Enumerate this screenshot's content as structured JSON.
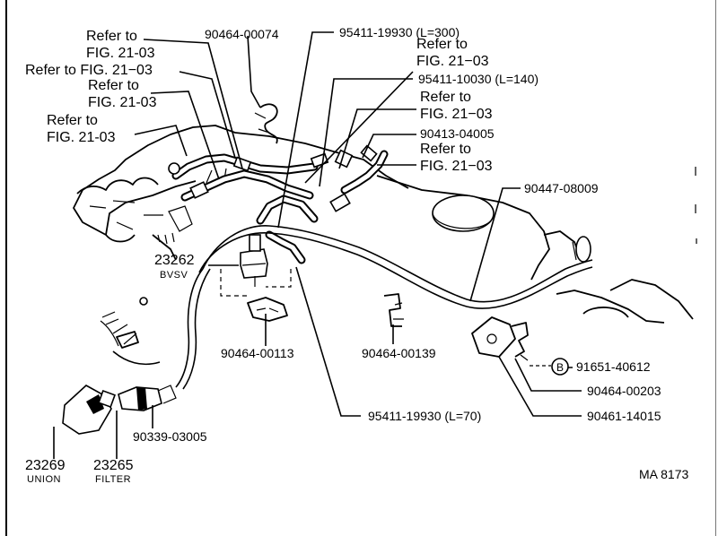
{
  "refs": {
    "r1_line1": "Refer to",
    "r1_line2": "FIG. 21-03",
    "r2": "Refer to FIG. 21−03",
    "r3_line1": "Refer to",
    "r3_line2": "FIG. 21-03",
    "r4_line1": "Refer to",
    "r4_line2": "FIG. 21-03",
    "r5_line1": "Refer to",
    "r5_line2": "FIG. 21−03",
    "r6_line1": "Refer to",
    "r6_line2": "FIG. 21−03",
    "r7_line1": "Refer to",
    "r7_line2": "FIG. 21−03"
  },
  "parts": {
    "p_90464_00074": "90464-00074",
    "p_95411_19930_l300": "95411-19930 (L=300)",
    "p_95411_10030_l140": "95411-10030 (L=140)",
    "p_90413_04005": "90413-04005",
    "p_90447_08009": "90447-08009",
    "p_23262_num": "23262",
    "p_23262_name": "BVSV",
    "p_90464_00113": "90464-00113",
    "p_90464_00139": "90464-00139",
    "p_91651_40612": "91651-40612",
    "p_90464_00203": "90464-00203",
    "p_90461_14015": "90461-14015",
    "p_95411_19930_l70": "95411-19930 (L=70)",
    "p_90339_03005": "90339-03005",
    "p_23269_num": "23269",
    "p_23269_name": "UNION",
    "p_23265_num": "23265",
    "p_23265_name": "FILTER"
  },
  "bolt_marker": "B",
  "figure_code": "MA 8173"
}
